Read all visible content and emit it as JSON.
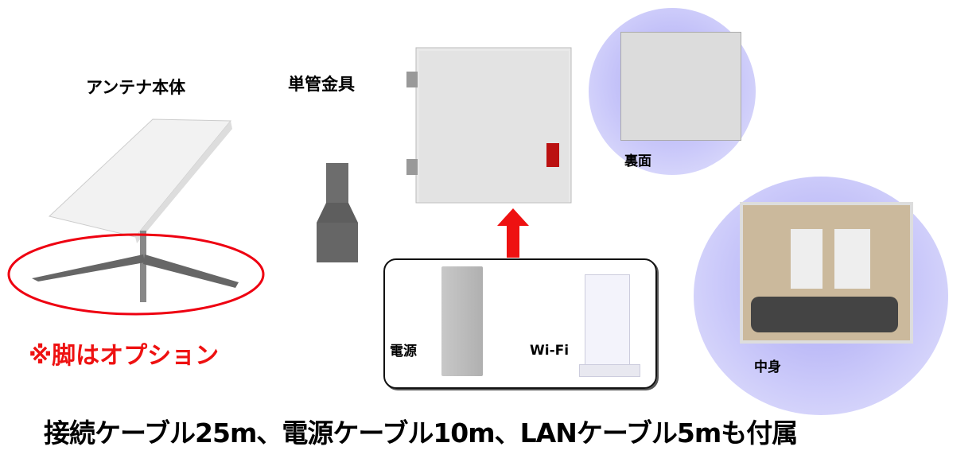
{
  "labels": {
    "antenna": "アンテナ本体",
    "pole_mount": "単管金具",
    "back": "裏面",
    "inside": "中身",
    "power": "電源",
    "wifi": "Wi-Fi",
    "legs_optional": "※脚はオプション",
    "footer": "接続ケーブル25m、電源ケーブル10m、LANケーブル5mも付属"
  },
  "colors": {
    "accent_red": "#ee1111",
    "circle": "#b3b1f7"
  }
}
